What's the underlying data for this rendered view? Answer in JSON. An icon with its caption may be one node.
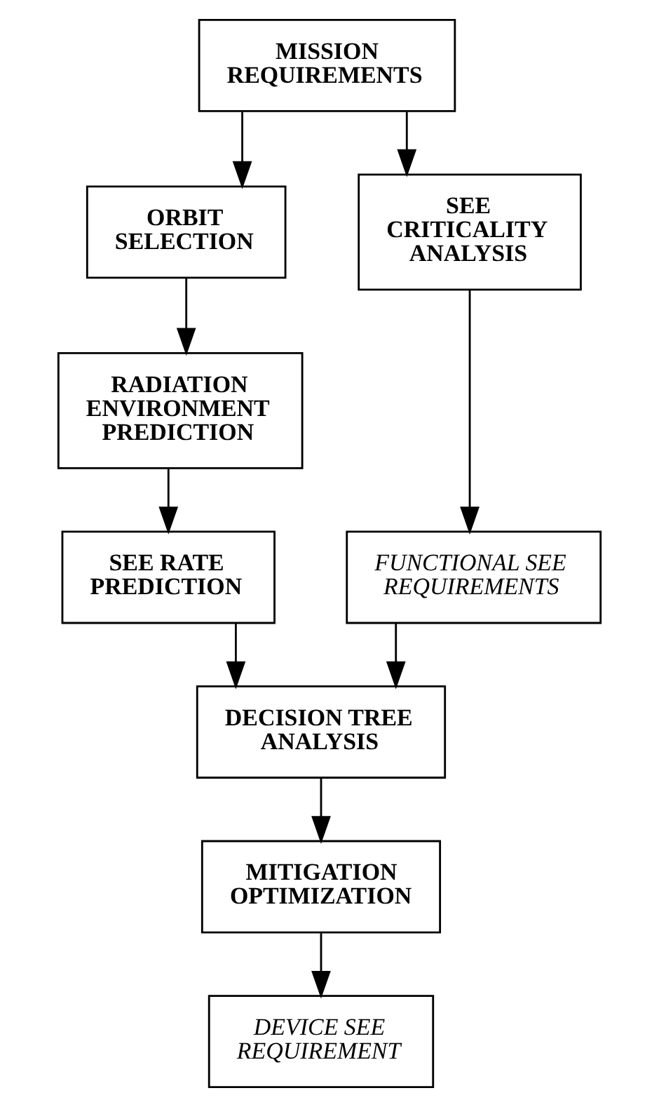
{
  "diagram": {
    "nodes": [
      {
        "text": [
          "MISSION REQUIREMENTS"
        ]
      },
      {
        "text": [
          "ORBIT SELECTION"
        ]
      },
      {
        "text": [
          "SEE CRITICALITY ANALYSIS"
        ]
      },
      {
        "text": [
          "RADIATION ENVIRONMENT PREDICTION"
        ]
      },
      {
        "text": [
          "FUNCTIONAL SEE REQUIREMENTS"
        ]
      },
      {
        "text": [
          "SEE RATE PREDICTION"
        ]
      },
      {
        "text": [
          "DECISION TREE ANALYSIS"
        ]
      },
      {
        "text": [
          "MITIGATION OPTIMIZATION"
        ]
      },
      {
        "text": [
          "DEVICE SEE REQUIREMENT"
        ]
      }
    ],
    "edges": [
      {
        "from": 0,
        "to": 1,
        "arrow": "to"
      },
      {
        "from": 0,
        "to": 2,
        "arrow": "to"
      },
      {
        "from": 1,
        "to": 3,
        "arrow": "to"
      },
      {
        "from": 3,
        "to": 5,
        "arrow": "to"
      },
      {
        "from": 2,
        "to": 4,
        "arrow": "to"
      },
      {
        "from": 4,
        "to": 6,
        "arrow": "to"
      },
      {
        "from": 5,
        "to": 6,
        "arrow": "to"
      },
      {
        "from": 6,
        "to": 7,
        "arrow": "to"
      },
      {
        "from": 7,
        "to": 8,
        "arrow": "to"
      }
    ]
  }
}
